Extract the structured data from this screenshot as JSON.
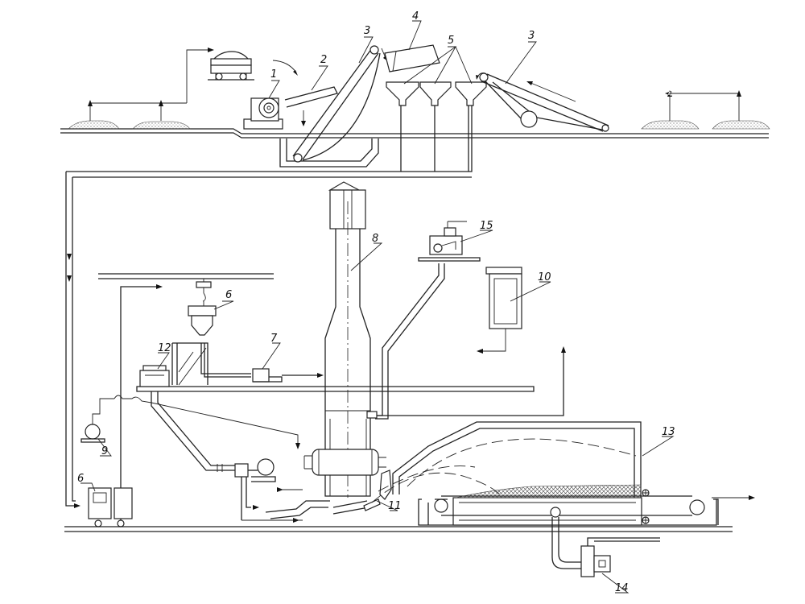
{
  "callouts": {
    "c1": "1",
    "c2": "2",
    "c3a": "3",
    "c3b": "3",
    "c4": "4",
    "c5": "5",
    "c6a": "6",
    "c6b": "6",
    "c7": "7",
    "c8": "8",
    "c9": "9",
    "c10": "10",
    "c11": "11",
    "c12": "12",
    "c13": "13",
    "c14": "14",
    "c15": "15"
  }
}
